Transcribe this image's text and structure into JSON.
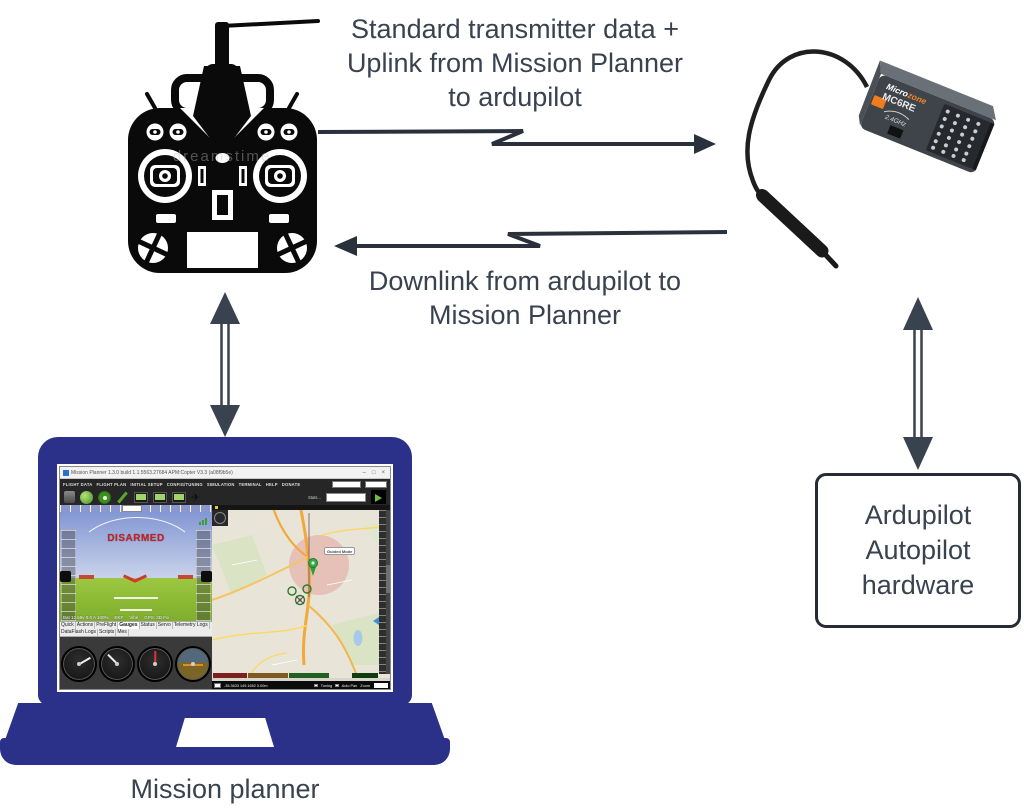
{
  "colors": {
    "label_text": "#39424f",
    "arrow": "#2b313c",
    "laptop_blue": "#2b3189",
    "box_border": "#262b34",
    "disarmed_red": "#c22222",
    "receiver_orange": "#f08326"
  },
  "labels": {
    "uplink": [
      "Standard transmitter data +",
      "Uplink from Mission Planner",
      "to ardupilot"
    ],
    "downlink": [
      "Downlink from ardupilot to",
      "Mission Planner"
    ],
    "autopilot_box": [
      "Ardupilot",
      "Autopilot",
      "hardware"
    ],
    "laptop_caption": "Mission planner",
    "transmitter_watermark": "dreamstime"
  },
  "receiver": {
    "brand_micro": "Micro",
    "brand_zone": "zone",
    "model": "MC6RE",
    "band": "2.4GHz"
  },
  "mission_planner": {
    "title": "Mission Planner 1.3.0 build 1.1.5563.27684 APM:Copter V3.3 (a08f9b5e)",
    "window_controls": [
      "–",
      "□",
      "×"
    ],
    "menu": [
      "FLIGHT DATA",
      "FLIGHT PLAN",
      "INITIAL SETUP",
      "CONFIG/TUNING",
      "SIMULATION",
      "TERMINAL",
      "HELP",
      "DONATE"
    ],
    "stats_label": "Stats...",
    "hud": {
      "disarmed": "DISARMED",
      "battery": "Bat 12.59v 0.0 A 100%",
      "ekf": "EKF",
      "vibe": "Vibe",
      "gps": "GPS: 3D Fix"
    },
    "tabs": [
      "Quick",
      "Actions",
      "PreFlight",
      "Gauges",
      "Status",
      "Servo",
      "Telemetry Logs",
      "DataFlash Logs",
      "Scripts",
      "Mes"
    ],
    "map": {
      "mode_bubble": "Guided Mode",
      "coords": "-35.3633 149.1652 0.00m",
      "tuning": "Tuning",
      "auto_pan": "Auto Pan",
      "zoom": "Zoom"
    }
  }
}
